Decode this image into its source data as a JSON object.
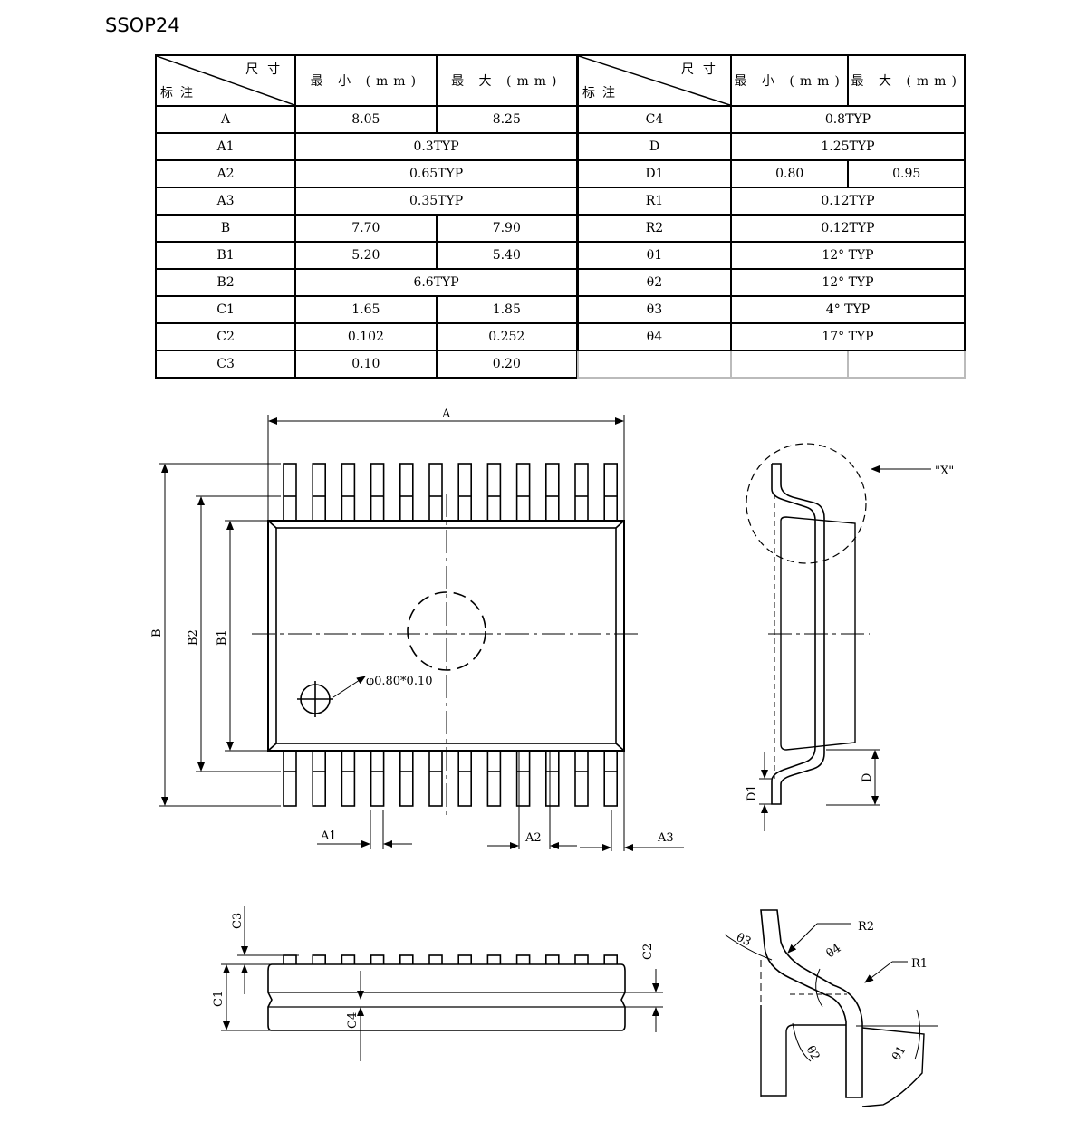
{
  "title": "SSOP24",
  "table": {
    "header": {
      "size_label": "尺寸",
      "mark_label": "标注",
      "min_label": "最 小 (mm)",
      "max_label": "最 大 (mm)"
    },
    "left": [
      {
        "mark": "A",
        "min": "8.05",
        "max": "8.25"
      },
      {
        "mark": "A1",
        "typ": "0.3TYP"
      },
      {
        "mark": "A2",
        "typ": "0.65TYP"
      },
      {
        "mark": "A3",
        "typ": "0.35TYP"
      },
      {
        "mark": "B",
        "min": "7.70",
        "max": "7.90"
      },
      {
        "mark": "B1",
        "min": "5.20",
        "max": "5.40"
      },
      {
        "mark": "B2",
        "typ": "6.6TYP"
      },
      {
        "mark": "C1",
        "min": "1.65",
        "max": "1.85"
      },
      {
        "mark": "C2",
        "min": "0.102",
        "max": "0.252"
      },
      {
        "mark": "C3",
        "min": "0.10",
        "max": "0.20"
      }
    ],
    "right": [
      {
        "mark": "C4",
        "typ": "0.8TYP"
      },
      {
        "mark": "D",
        "typ": "1.25TYP"
      },
      {
        "mark": "D1",
        "min": "0.80",
        "max": "0.95"
      },
      {
        "mark": "R1",
        "typ": "0.12TYP"
      },
      {
        "mark": "R2",
        "typ": "0.12TYP"
      },
      {
        "mark": "θ1",
        "typ": "12° TYP"
      },
      {
        "mark": "θ2",
        "typ": "12° TYP"
      },
      {
        "mark": "θ3",
        "typ": "4° TYP"
      },
      {
        "mark": "θ4",
        "typ": "17° TYP"
      },
      {
        "mark": "",
        "typ": ""
      }
    ]
  },
  "drawing": {
    "labels": {
      "A": "A",
      "B": "B",
      "B1": "B1",
      "B2": "B2",
      "A1": "A1",
      "A2": "A2",
      "A3": "A3",
      "C1": "C1",
      "C2": "C2",
      "C3": "C3",
      "C4": "C4",
      "D": "D",
      "D1": "D1",
      "R1": "R1",
      "R2": "R2",
      "theta1": "θ1",
      "theta2": "θ2",
      "theta3": "θ3",
      "theta4": "θ4",
      "detail": "\"X\"",
      "hole": "φ0.80*0.10"
    }
  }
}
